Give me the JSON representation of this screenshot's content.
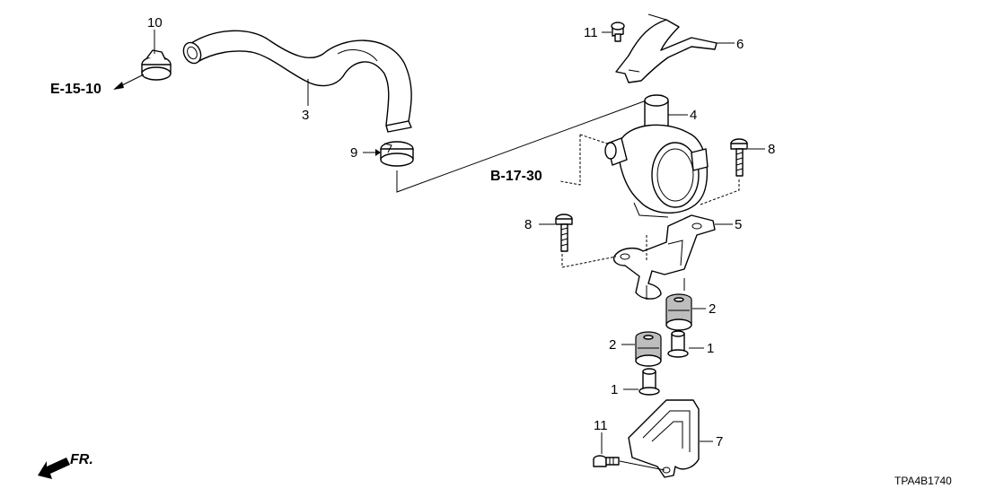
{
  "parts": [
    {
      "id": "hose",
      "callout": "3"
    },
    {
      "id": "pump",
      "callout": "4"
    },
    {
      "id": "pump-bracket",
      "callout": "5"
    },
    {
      "id": "upper-band",
      "callout": "6"
    },
    {
      "id": "lower-bracket",
      "callout": "7"
    },
    {
      "id": "bolt-left",
      "callout": "8"
    },
    {
      "id": "bolt-right",
      "callout": "8"
    },
    {
      "id": "hose-clamp-lower",
      "callout": "9"
    },
    {
      "id": "hose-clamp-upper",
      "callout": "10"
    },
    {
      "id": "bolt-top",
      "callout": "11"
    },
    {
      "id": "bolt-bottom",
      "callout": "11"
    },
    {
      "id": "grommet-a",
      "callout": "2"
    },
    {
      "id": "grommet-b",
      "callout": "2"
    },
    {
      "id": "collar-a",
      "callout": "1"
    },
    {
      "id": "collar-b",
      "callout": "1"
    }
  ],
  "references": {
    "e": "E-15-10",
    "b": "B-17-30"
  },
  "front_marker": "FR.",
  "diagram_code": "TPA4B1740"
}
